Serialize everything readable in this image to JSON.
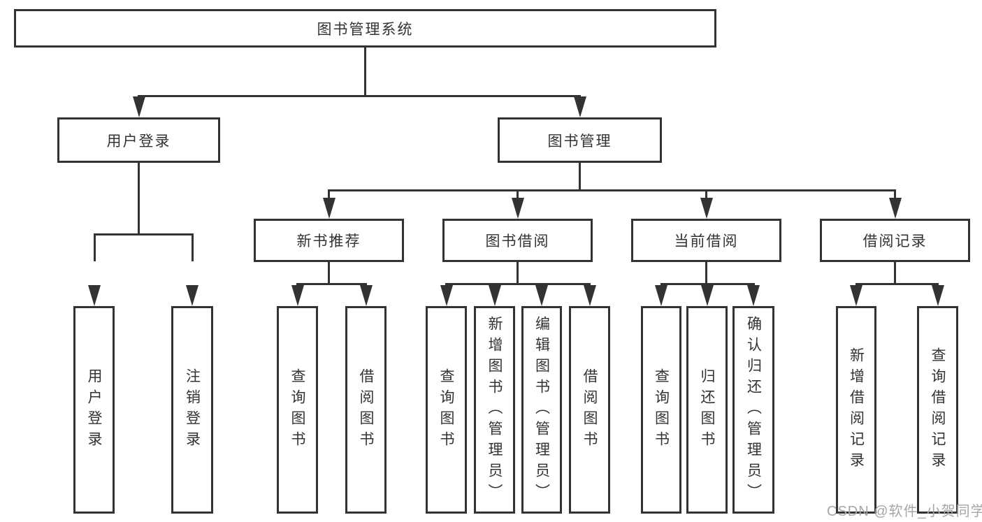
{
  "diagram": {
    "root": {
      "label": "图书管理系统"
    },
    "branches": [
      {
        "label": "用户登录",
        "children": [
          {
            "label": "用户登录"
          },
          {
            "label": "注销登录"
          }
        ]
      },
      {
        "label": "图书管理",
        "children": [
          {
            "label": "新书推荐",
            "children": [
              {
                "label": "查询图书"
              },
              {
                "label": "借阅图书"
              }
            ]
          },
          {
            "label": "图书借阅",
            "children": [
              {
                "label": "查询图书"
              },
              {
                "label": "新增图书（管理员）"
              },
              {
                "label": "编辑图书（管理员）"
              },
              {
                "label": "借阅图书"
              }
            ]
          },
          {
            "label": "当前借阅",
            "children": [
              {
                "label": "查询图书"
              },
              {
                "label": "归还图书"
              },
              {
                "label": "确认归还（管理员）"
              }
            ]
          },
          {
            "label": "借阅记录",
            "children": [
              {
                "label": "新增借阅记录"
              },
              {
                "label": "查询借阅记录"
              }
            ]
          }
        ]
      }
    ]
  },
  "watermark": {
    "text": "CSDN @软件_小贺同学"
  },
  "colors": {
    "line": "#333333",
    "text": "#333333",
    "box_bg": "#ffffff",
    "page_bg": "#ffffff",
    "watermark": "#a6a6a6"
  }
}
